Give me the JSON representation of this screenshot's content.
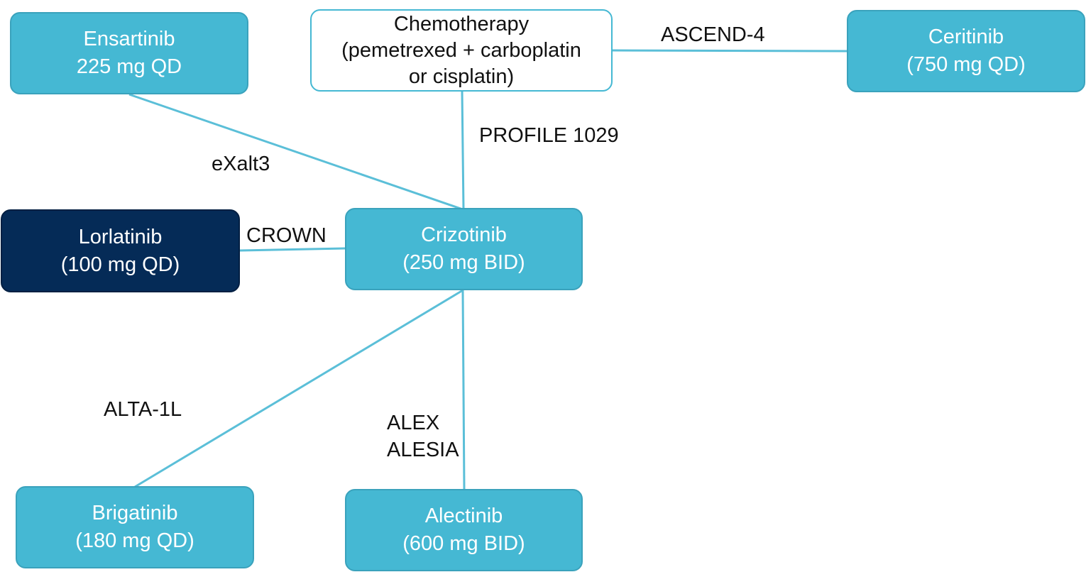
{
  "nodes": {
    "ensartinib": {
      "name": "Ensartinib",
      "dose": "225 mg QD"
    },
    "chemotherapy": {
      "line1": "Chemotherapy",
      "line2": "(pemetrexed + carboplatin",
      "line3": "or cisplatin)"
    },
    "ceritinib": {
      "name": "Ceritinib",
      "dose": "(750 mg QD)"
    },
    "lorlatinib": {
      "name": "Lorlatinib",
      "dose": "(100 mg QD)"
    },
    "crizotinib": {
      "name": "Crizotinib",
      "dose": "(250 mg BID)"
    },
    "brigatinib": {
      "name": "Brigatinib",
      "dose": "(180 mg QD)"
    },
    "alectinib": {
      "name": "Alectinib",
      "dose": "(600 mg BID)"
    }
  },
  "trials": {
    "ascend4": "ASCEND-4",
    "profile1029": "PROFILE 1029",
    "exalt3": "eXalt3",
    "crown": "CROWN",
    "alta1l": "ALTA-1L",
    "alex": "ALEX",
    "alesia": "ALESIA"
  },
  "colors": {
    "node_fill": "#45b8d3",
    "node_dark": "#052b57",
    "edge": "#5bbfd8",
    "text_dark": "#111111"
  }
}
